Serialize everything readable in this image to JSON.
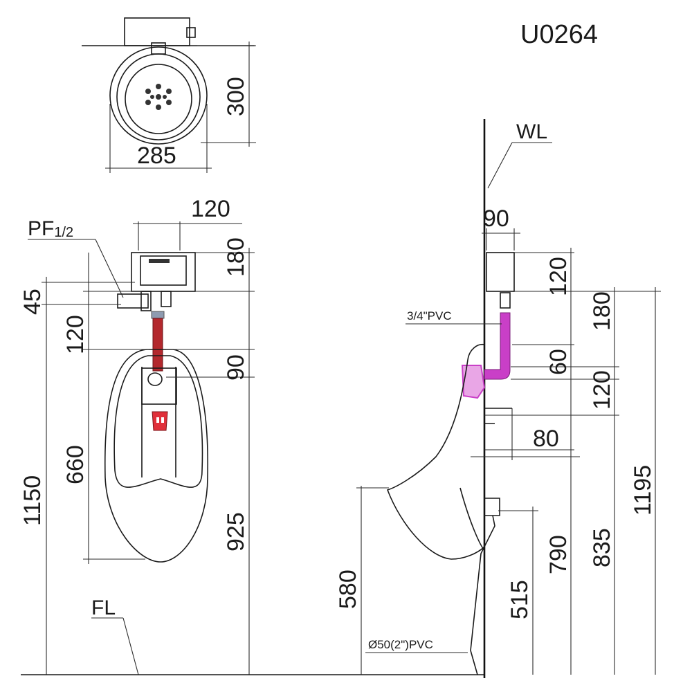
{
  "title": "U0264",
  "labels": {
    "pf": "PF",
    "pf_sub": "1/2",
    "wl": "WL",
    "fl": "FL",
    "pvc_inlet": "3/4\"PVC",
    "pvc_outlet": "Ø50(2\")PVC"
  },
  "top_view": {
    "width": "285",
    "depth": "300"
  },
  "front_view": {
    "box_width": "120",
    "box_height": "180",
    "pf_offset": "45",
    "pipe_length": "120",
    "spud_height": "90",
    "bowl_height": "660",
    "total_height": "1150",
    "rim_height": "925"
  },
  "side_view": {
    "box_depth": "90",
    "box_height": "120",
    "pipe_drop": "180",
    "spud_offset": "60",
    "spud_zone": "120",
    "projection": "80",
    "lip_height": "580",
    "outlet_height": "515",
    "bracket_height": "790",
    "spud_center": "835",
    "box_top": "1195"
  },
  "colors": {
    "pipe_red": "#b3282d",
    "valve_red": "#e0303a",
    "pipe_magenta": "#c93fc7",
    "line": "#1a1a1a"
  }
}
